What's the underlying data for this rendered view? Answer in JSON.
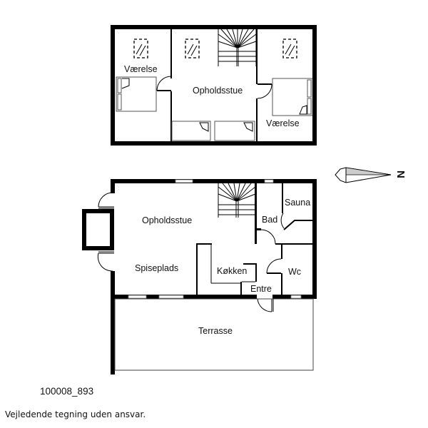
{
  "upper_floor": {
    "rooms": [
      {
        "name": "bedroom-left",
        "label": "Værelse"
      },
      {
        "name": "living-upper",
        "label": "Opholdsstue"
      },
      {
        "name": "bedroom-right",
        "label": "Værelse"
      }
    ]
  },
  "ground_floor": {
    "rooms": [
      {
        "name": "living",
        "label": "Opholdsstue"
      },
      {
        "name": "dining",
        "label": "Spiseplads"
      },
      {
        "name": "kitchen",
        "label": "Køkken"
      },
      {
        "name": "entrance",
        "label": "Entre"
      },
      {
        "name": "bath",
        "label": "Bad"
      },
      {
        "name": "sauna",
        "label": "Sauna"
      },
      {
        "name": "toilet",
        "label": "Wc"
      },
      {
        "name": "terrace",
        "label": "Terrasse"
      }
    ]
  },
  "compass": {
    "icon": "north-arrow-icon",
    "label": "N"
  },
  "plan_id": "100008_893",
  "disclaimer": "Vejledende tegning uden ansvar.",
  "colors": {
    "walls": "#000000",
    "background": "#ffffff",
    "furniture": "#555555"
  }
}
